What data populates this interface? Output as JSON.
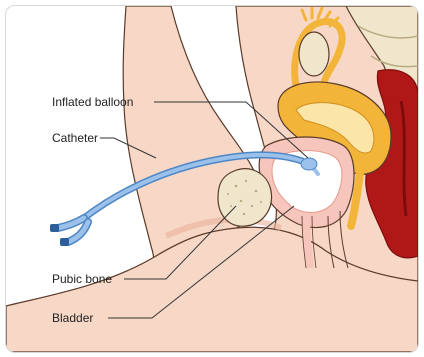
{
  "diagram": {
    "labels": {
      "inflated_balloon": "Inflated balloon",
      "catheter": "Catheter",
      "pubic_bone": "Pubic bone",
      "bladder": "Bladder"
    },
    "colors": {
      "skin": "#f7d8c7",
      "skin_dark": "#eab39b",
      "uterus": "#f2b53a",
      "uterus_inner": "#fbe5a8",
      "rectum": "#b01818",
      "rectum_dark": "#7c0c0c",
      "bone": "#efe6cc",
      "bone_spots": "#b9aa82",
      "bladder": "#f6c5bb",
      "bladder_inner": "#ffffff",
      "catheter": "#9bc1ea",
      "catheter_dark": "#4d86c6",
      "outline": "#5a3a2a",
      "label_line": "#333333"
    }
  }
}
